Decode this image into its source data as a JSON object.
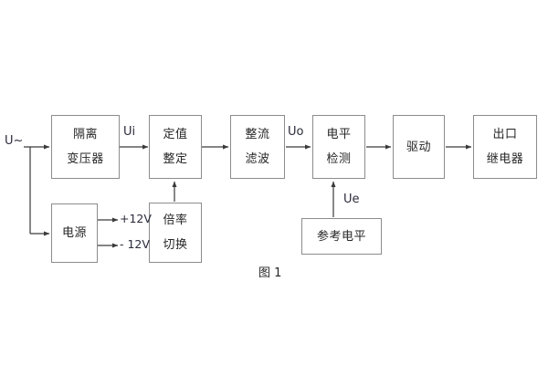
{
  "figure": {
    "caption": "图 1",
    "source_label": "U~"
  },
  "blocks": [
    {
      "id": "isolation-transformer",
      "line1": "隔离",
      "line2": "变压器"
    },
    {
      "id": "power-supply",
      "line1": "电源",
      "line2": ""
    },
    {
      "id": "setpoint-adjust",
      "line1": "定值",
      "line2": "整定"
    },
    {
      "id": "multiplier-switch",
      "line1": "倍率",
      "line2": "切换"
    },
    {
      "id": "rectify-filter",
      "line1": "整流",
      "line2": "滤波"
    },
    {
      "id": "level-detect",
      "line1": "电平",
      "line2": "检测"
    },
    {
      "id": "reference-level",
      "line1": "参考电平",
      "line2": ""
    },
    {
      "id": "driver",
      "line1": "驱动",
      "line2": ""
    },
    {
      "id": "output-relay",
      "line1": "出口",
      "line2": "继电器"
    }
  ],
  "signal_labels": {
    "ui": "Ui",
    "uo": "Uo",
    "ue": "Ue",
    "rail_positive": "+12V",
    "rail_negative": "- 12V"
  },
  "colors": {
    "box_border": "#8c8c8c",
    "wire": "#3a3a3a",
    "text": "#262626",
    "label_text": "#2b2b3c",
    "background": "#ffffff"
  }
}
